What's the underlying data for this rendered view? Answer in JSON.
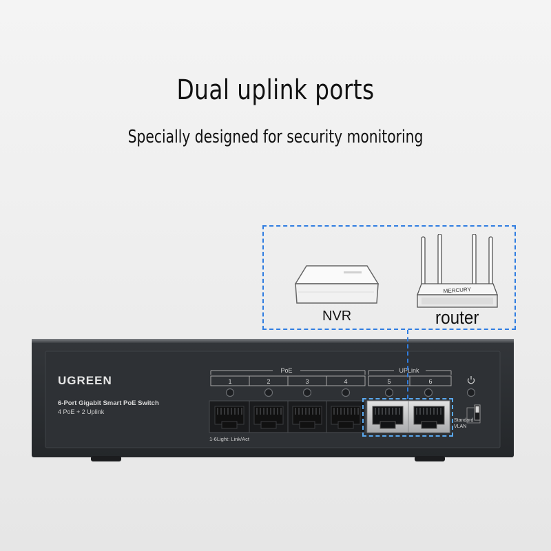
{
  "headline": "Dual uplink ports",
  "subline": "Specially designed for security monitoring",
  "devices": {
    "nvr_label": "NVR",
    "router_label": "router",
    "router_brand": "MERCURY"
  },
  "switch": {
    "brand": "UGREEN",
    "model": "6-Port Gigabit Smart PoE Switch",
    "spec": "4 PoE + 2 Uplink",
    "poe_group_label": "PoE",
    "uplink_group_label": "UPLink",
    "port_numbers": [
      "1",
      "2",
      "3",
      "4",
      "5",
      "6"
    ],
    "light_legend": "1-6Light: Link/Act",
    "dip_label_1": "Standard",
    "dip_label_2": "VLAN",
    "power_icon": "power-icon"
  },
  "colors": {
    "accent_dash": "#2f7de1",
    "uplink_dash": "#5aa9f0",
    "switch_body": "#2a2d31"
  }
}
